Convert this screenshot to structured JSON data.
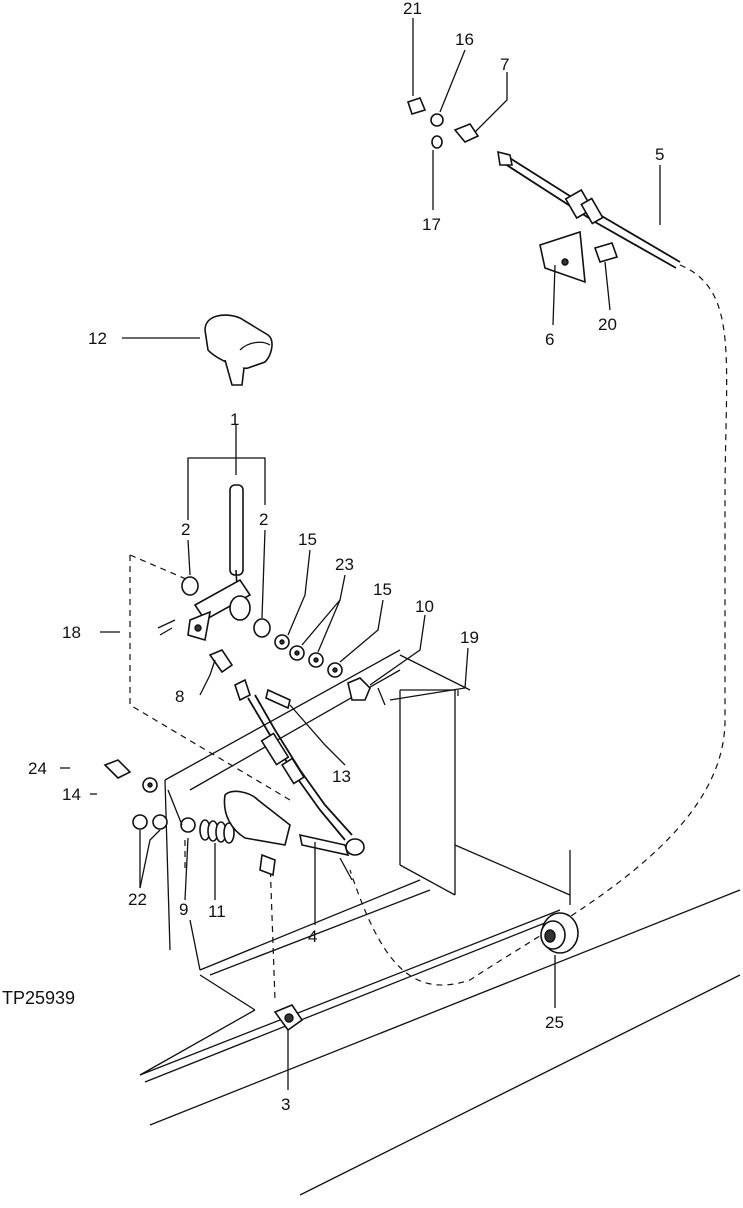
{
  "drawing_code": "TP25939",
  "callouts": {
    "c1": "1",
    "c2a": "2",
    "c2b": "2",
    "c3": "3",
    "c4": "4",
    "c5": "5",
    "c6": "6",
    "c7": "7",
    "c8": "8",
    "c9": "9",
    "c10": "10",
    "c11": "11",
    "c12": "12",
    "c13": "13",
    "c14": "14",
    "c15a": "15",
    "c15b": "15",
    "c16": "16",
    "c17": "17",
    "c18": "18",
    "c19": "19",
    "c20": "20",
    "c21": "21",
    "c22": "22",
    "c23": "23",
    "c24": "24",
    "c25": "25"
  }
}
